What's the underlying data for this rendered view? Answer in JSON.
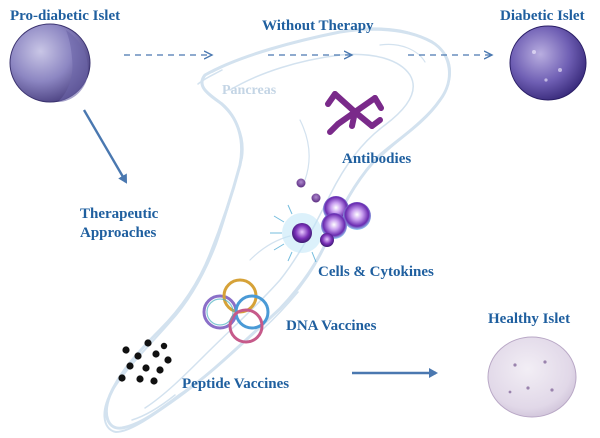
{
  "labels": {
    "pro_diabetic": "Pro-diabetic Islet",
    "without_therapy": "Without Therapy",
    "diabetic": "Diabetic Islet",
    "pancreas": "Pancreas",
    "antibodies": "Antibodies",
    "therapeutic_line1": "Therapeutic",
    "therapeutic_line2": "Approaches",
    "cells_cytokines": "Cells & Cytokines",
    "dna_vaccines": "DNA Vaccines",
    "healthy": "Healthy Islet",
    "peptide_vaccines": "Peptide Vaccines"
  },
  "colors": {
    "label_blue": "#1f5f9f",
    "arrow_blue": "#4a78b0",
    "pancreas_outline": "#d3e2ef",
    "antibody_purple": "#7a2a8a",
    "cell_violet": "#6a2ab0",
    "peptide_black": "#111111"
  }
}
